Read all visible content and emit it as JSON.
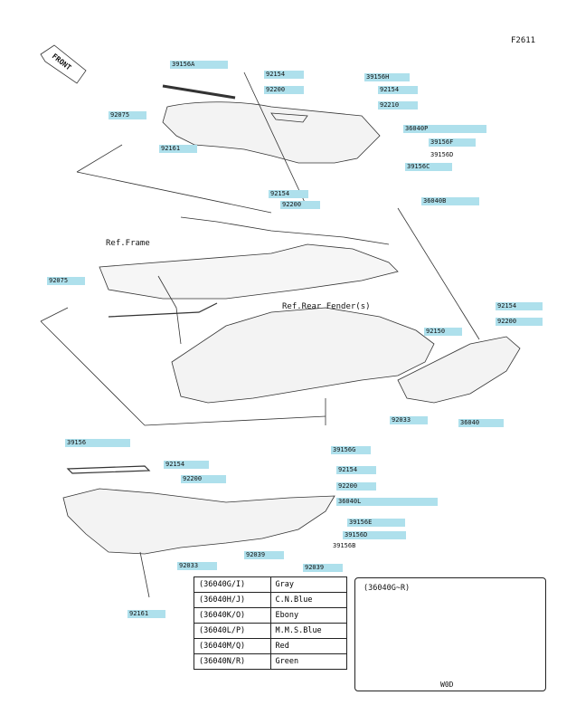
{
  "figure_id": "F2611",
  "front_label": "FRONT",
  "refs": {
    "frame": "Ref.Frame",
    "rear_fender": "Ref.Rear Fender(s)"
  },
  "parts": [
    "39156A",
    "92154",
    "92200",
    "39156H",
    "92154",
    "92210",
    "92075",
    "36040P",
    "92161",
    "39156F",
    "39156D",
    "39156C",
    "92154",
    "36040B",
    "92200",
    "92075",
    "92154",
    "92200",
    "92150",
    "92033",
    "36040",
    "39156",
    "92154",
    "92200",
    "39156G",
    "92154",
    "92200",
    "36040L",
    "39156E",
    "39156D",
    "39156B",
    "92039",
    "92033",
    "92039",
    "92161"
  ],
  "color_table": [
    {
      "code": "(36040G/I)",
      "color": "Gray"
    },
    {
      "code": "(36040H/J)",
      "color": "C.N.Blue"
    },
    {
      "code": "(36040K/O)",
      "color": "Ebony"
    },
    {
      "code": "(36040L/P)",
      "color": "M.M.S.Blue"
    },
    {
      "code": "(36040M/Q)",
      "color": "Red"
    },
    {
      "code": "(36040N/R)",
      "color": "Green"
    }
  ],
  "inset": {
    "title": "(36040G~R)",
    "caption": "W0D"
  }
}
